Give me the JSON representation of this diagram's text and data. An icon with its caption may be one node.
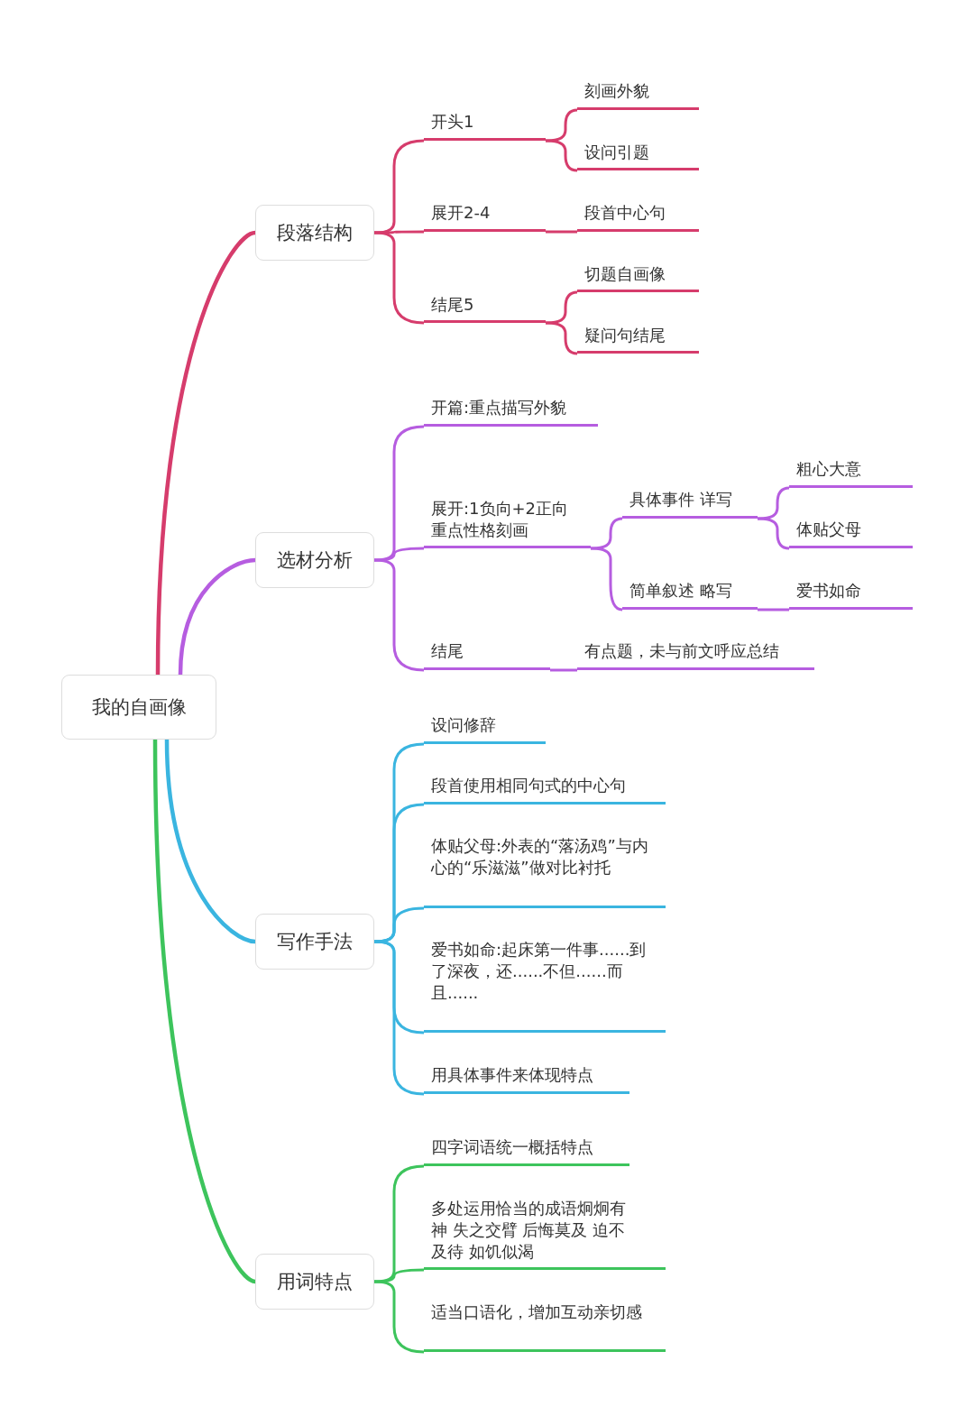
{
  "diagram": {
    "nodes": [
      {
        "text": [
          "我的自画像"
        ]
      },
      {
        "text": [
          "段落结构"
        ]
      },
      {
        "text": [
          "开头1"
        ]
      },
      {
        "text": [
          "刻画外貌"
        ]
      },
      {
        "text": [
          "设问引题"
        ]
      },
      {
        "text": [
          "展开2-4"
        ]
      },
      {
        "text": [
          "段首中心句"
        ]
      },
      {
        "text": [
          "结尾5"
        ]
      },
      {
        "text": [
          "切题自画像"
        ]
      },
      {
        "text": [
          "疑问句结尾"
        ]
      },
      {
        "text": [
          "选材分析"
        ]
      },
      {
        "text": [
          "开篇:重点描写外貌"
        ]
      },
      {
        "text": [
          "展开:1负向+2正向重点性格刻画"
        ]
      },
      {
        "text": [
          "具体事件 详写"
        ]
      },
      {
        "text": [
          "粗心大意"
        ]
      },
      {
        "text": [
          "体贴父母"
        ]
      },
      {
        "text": [
          "简单叙述 略写"
        ]
      },
      {
        "text": [
          "爱书如命"
        ]
      },
      {
        "text": [
          "结尾"
        ]
      },
      {
        "text": [
          "有点题，未与前文呼应总结"
        ]
      },
      {
        "text": [
          "写作手法"
        ]
      },
      {
        "text": [
          "设问修辞"
        ]
      },
      {
        "text": [
          "段首使用相同句式的中心句"
        ]
      },
      {
        "text": [
          "体贴父母:外表的“落汤鸡”与内心的“乐滋滋”做对比衬托"
        ]
      },
      {
        "text": [
          "爱书如命:起床第一件事......到了深夜，还......不但......而且......"
        ]
      },
      {
        "text": [
          "用具体事件来体现特点"
        ]
      },
      {
        "text": [
          "用词特点"
        ]
      },
      {
        "text": [
          "四字词语统一概括特点"
        ]
      },
      {
        "text": [
          "多处运用恰当的成语炯炯有神 失之交臂 后悔莫及 迫不及待 如饥似渴"
        ]
      },
      {
        "text": [
          "适当口语化，增加互动亲切感"
        ]
      }
    ],
    "edges": [
      {
        "from": 0,
        "to": 1,
        "arrow": "none",
        "color": "#d63c6c"
      },
      {
        "from": 1,
        "to": 2,
        "arrow": "none",
        "color": "#d63c6c"
      },
      {
        "from": 2,
        "to": 3,
        "arrow": "none",
        "color": "#d63c6c"
      },
      {
        "from": 2,
        "to": 4,
        "arrow": "none",
        "color": "#d63c6c"
      },
      {
        "from": 1,
        "to": 5,
        "arrow": "none",
        "color": "#d63c6c"
      },
      {
        "from": 5,
        "to": 6,
        "arrow": "none",
        "color": "#d63c6c"
      },
      {
        "from": 1,
        "to": 7,
        "arrow": "none",
        "color": "#d63c6c"
      },
      {
        "from": 7,
        "to": 8,
        "arrow": "none",
        "color": "#d63c6c"
      },
      {
        "from": 7,
        "to": 9,
        "arrow": "none",
        "color": "#d63c6c"
      },
      {
        "from": 0,
        "to": 10,
        "arrow": "none",
        "color": "#b65de0"
      },
      {
        "from": 10,
        "to": 11,
        "arrow": "none",
        "color": "#b65de0"
      },
      {
        "from": 10,
        "to": 12,
        "arrow": "none",
        "color": "#b65de0"
      },
      {
        "from": 12,
        "to": 13,
        "arrow": "none",
        "color": "#b65de0"
      },
      {
        "from": 13,
        "to": 14,
        "arrow": "none",
        "color": "#b65de0"
      },
      {
        "from": 13,
        "to": 15,
        "arrow": "none",
        "color": "#b65de0"
      },
      {
        "from": 12,
        "to": 16,
        "arrow": "none",
        "color": "#b65de0"
      },
      {
        "from": 16,
        "to": 17,
        "arrow": "none",
        "color": "#b65de0"
      },
      {
        "from": 10,
        "to": 18,
        "arrow": "none",
        "color": "#b65de0"
      },
      {
        "from": 18,
        "to": 19,
        "arrow": "none",
        "color": "#b65de0"
      },
      {
        "from": 0,
        "to": 20,
        "arrow": "none",
        "color": "#3ab5e0"
      },
      {
        "from": 20,
        "to": 21,
        "arrow": "none",
        "color": "#3ab5e0"
      },
      {
        "from": 20,
        "to": 22,
        "arrow": "none",
        "color": "#3ab5e0"
      },
      {
        "from": 20,
        "to": 23,
        "arrow": "none",
        "color": "#3ab5e0"
      },
      {
        "from": 20,
        "to": 24,
        "arrow": "none",
        "color": "#3ab5e0"
      },
      {
        "from": 20,
        "to": 25,
        "arrow": "none",
        "color": "#3ab5e0"
      },
      {
        "from": 0,
        "to": 26,
        "arrow": "none",
        "color": "#3dc45c"
      },
      {
        "from": 26,
        "to": 27,
        "arrow": "none",
        "color": "#3dc45c"
      },
      {
        "from": 26,
        "to": 28,
        "arrow": "none",
        "color": "#3dc45c"
      },
      {
        "from": 26,
        "to": 29,
        "arrow": "none",
        "color": "#3dc45c"
      }
    ]
  }
}
